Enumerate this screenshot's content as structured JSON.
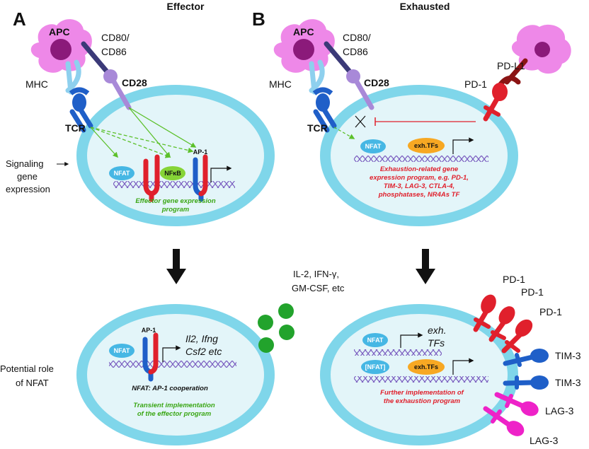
{
  "colors": {
    "cell_outer": "#7fd6ea",
    "cell_inner": "#e3f5f9",
    "apc": "#ee88e8",
    "apc_nucleus": "#8b1a7a",
    "tcr": "#1f5fc8",
    "mhc": "#8ed0ee",
    "cd80": "#3b3a78",
    "cd28": "#a889d8",
    "pd1": "#e0202c",
    "pdl1": "#8b1414",
    "tim3": "#1f5fc8",
    "lag3": "#ee22c8",
    "nfat": "#46b7e4",
    "nfkb": "#86d437",
    "exh_tf": "#f7a823",
    "cytokine": "#22a32c",
    "green_text": "#3aa614",
    "red_text": "#e0202c"
  },
  "panel_a": {
    "letter": "A",
    "title": "Effector",
    "apc": "APC",
    "cd80": [
      "CD80/",
      "CD86"
    ],
    "mhc": "MHC",
    "cd28": "CD28",
    "tcr": "TCR",
    "nfat": "NFAT",
    "nfkb": "NFκB",
    "ap1": "AP-1",
    "program": [
      "Effector gene expression",
      "program"
    ],
    "cytokines": [
      "IL-2, IFN-γ,",
      "GM-CSF, etc"
    ],
    "bottom": {
      "nfat": "NFAT",
      "ap1": "AP-1",
      "genes": [
        "Il2, Ifng",
        "Csf2 etc"
      ],
      "coop": "NFAT: AP-1 cooperation",
      "transient": [
        "Transient implementation",
        "of the effector program"
      ]
    }
  },
  "panel_b": {
    "letter": "B",
    "title": "Exhausted",
    "apc": "APC",
    "cd80": [
      "CD80/",
      "CD86"
    ],
    "mhc": "MHC",
    "cd28": "CD28",
    "tcr": "TCR",
    "pdl1": "PD-L1",
    "pd1": "PD-1",
    "nfat": "NFAT",
    "exh_tfs": "exh.TFs",
    "program": [
      "Exhaustion-related gene",
      "expression program, e.g. PD-1,",
      "TIM-3, LAG-3, CTLA-4,",
      "phosphatases, NR4As TF"
    ],
    "bottom": {
      "nfat": "NFAT",
      "nfat_bracket": "[NFAT]",
      "exh_tfs_text": [
        "exh.",
        "TFs"
      ],
      "exh_tfs": "exh.TFs",
      "further": [
        "Further implementation of",
        "the exhaustion program"
      ],
      "receptors": [
        "PD-1",
        "PD-1",
        "PD-1",
        "TIM-3",
        "TIM-3",
        "LAG-3",
        "LAG-3"
      ]
    }
  },
  "left_labels": {
    "signaling": [
      "Signaling",
      "gene",
      "expression"
    ],
    "potential": [
      "Potential role",
      "of NFAT"
    ]
  }
}
